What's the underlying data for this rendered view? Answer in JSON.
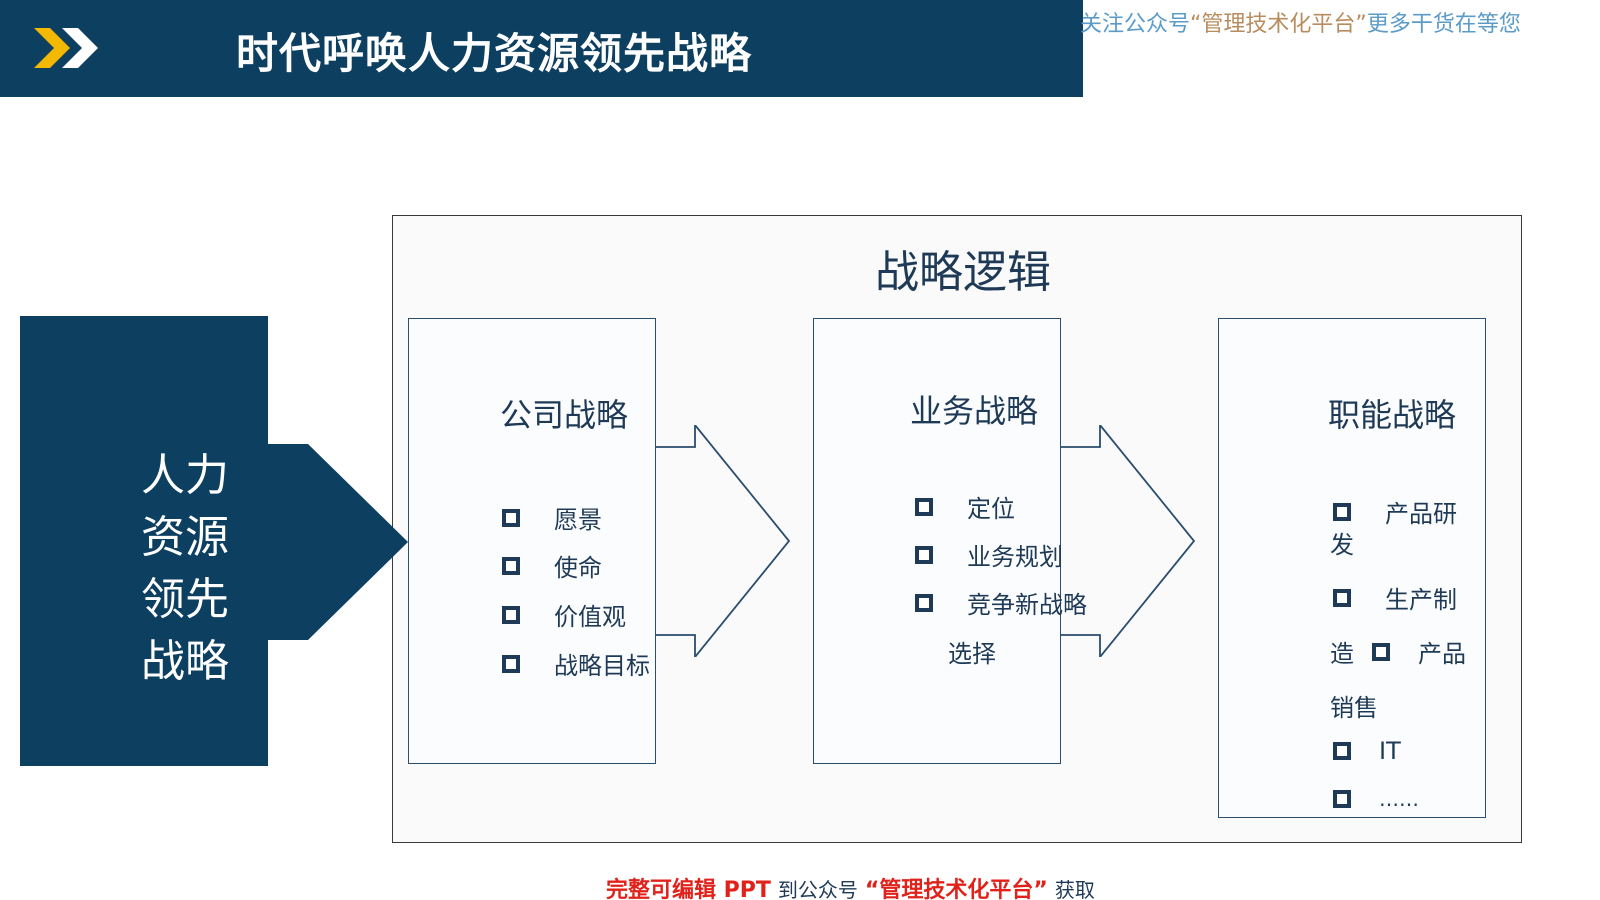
{
  "header": {
    "title": "时代呼唤人力资源领先战略",
    "accent_color": "#0d3f61",
    "chevron_color": "#f5b800",
    "icon": "double-chevron-icon"
  },
  "promo_top": {
    "part1": "关注公众号",
    "part2": "“管理技术化平台”",
    "part3": "更多干货在等您"
  },
  "left_block": {
    "lines": [
      "人力",
      "资源",
      "领先",
      "战略"
    ]
  },
  "logic": {
    "title": "战略逻辑",
    "bullet_icon": "square-bullet-icon",
    "stages": [
      {
        "title": "公司战略",
        "items": [
          "愿景",
          "使命",
          "价值观",
          "战略目标"
        ]
      },
      {
        "title": "业务战略",
        "items": [
          "定位",
          "业务规划",
          "竞争新战略"
        ],
        "continuation": "选择"
      },
      {
        "title": "职能战略",
        "line1_label": "产品研",
        "line2_text": "发",
        "line3_label": "生产制",
        "line4_text": "造",
        "line4_label": "产品",
        "line5_text": "销售",
        "line6_label": "IT",
        "line7_label": "……"
      }
    ]
  },
  "promo_bottom": {
    "part1": "完整可编辑 PPT",
    "part2": "到公众号",
    "part3": "“管理技术化平台”",
    "part4": "获取"
  }
}
